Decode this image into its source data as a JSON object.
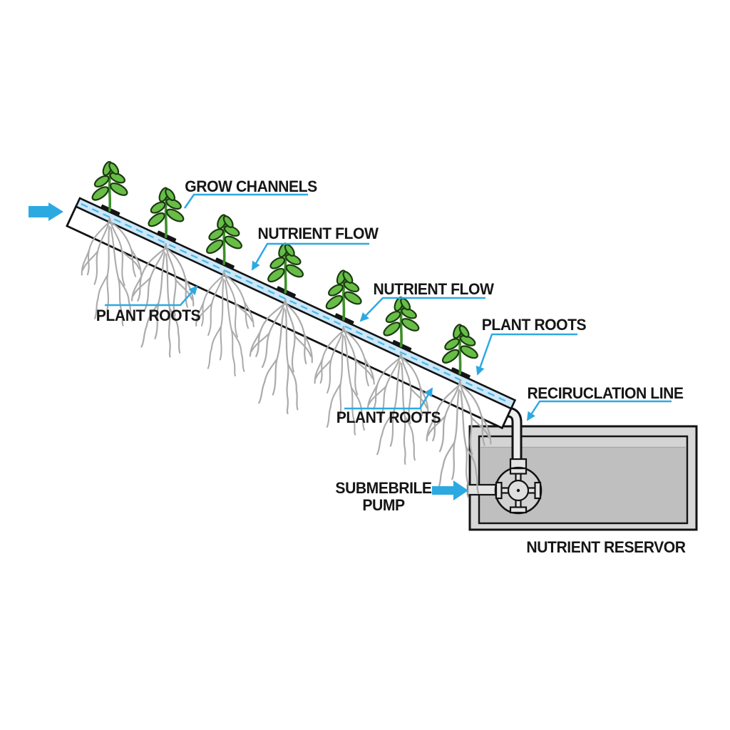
{
  "labels": {
    "grow_channels": "GROW CHANNELS",
    "nutrient_flow_1": "NUTRIENT FLOW",
    "nutrient_flow_2": "NUTRIENT FLOW",
    "plant_roots_left": "PLANT ROOTS",
    "plant_roots_mid": "PLANT ROOTS",
    "plant_roots_right": "PLANT ROOTS",
    "recirculation_line": "RECIRUCLATION LINE",
    "submersible_pump_line1": "SUBMEBRILE",
    "submersible_pump_line2": "PUMP",
    "nutrient_reservoir": "NUTRIENT RESERVOR"
  },
  "diagram": {
    "plant_count": 7
  },
  "icons": {
    "inflow_arrow": "arrow-right",
    "pump_arrow": "arrow-right",
    "leader_arrowhead": "triangle"
  },
  "colors": {
    "accent": "#2da9e2",
    "leaf_fill": "#68bd47",
    "leaf_outline": "#1b3a10",
    "stem": "#3f8f2b",
    "root": "#ababab",
    "film": "#cbe7f8",
    "film_dash": "#49b9ea",
    "outline": "#131313",
    "tank_frame": "#d8d8d8",
    "tank_liquid": "#bfbfbf",
    "tank_band": "#d4d4d4",
    "pump_body": "#d2d2d2",
    "pump_inner": "#dfdfdf",
    "fitting": "#e4e4e4",
    "pipe_fill": "#efefef",
    "text": "#161616",
    "background": "#ffffff"
  }
}
